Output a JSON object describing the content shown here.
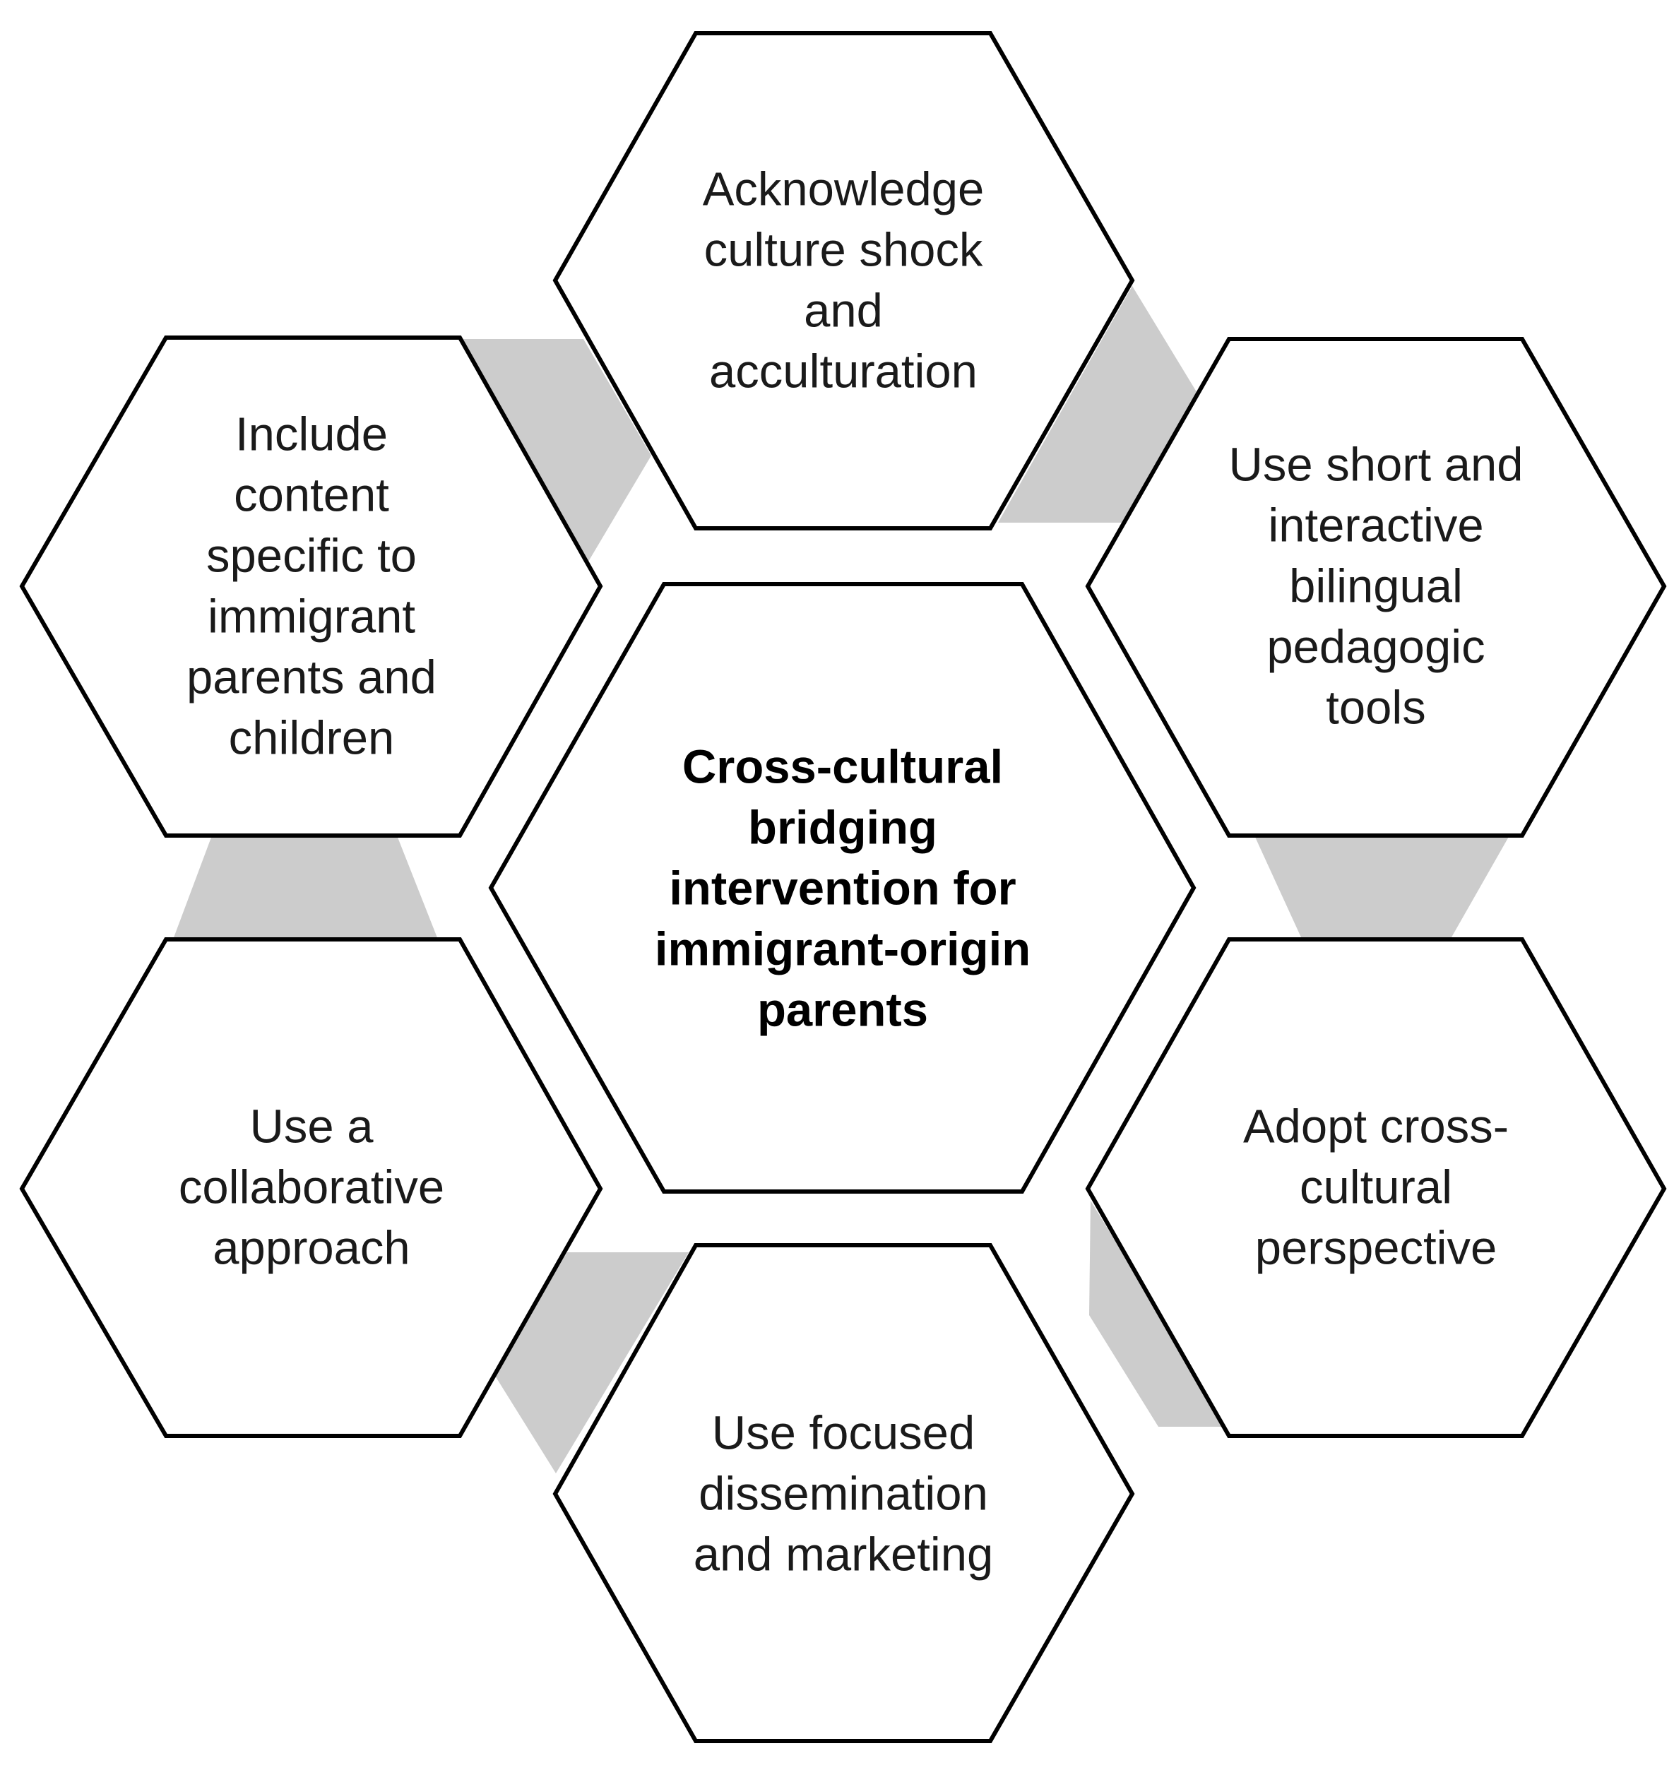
{
  "center": {
    "lines": [
      "Cross-cultural",
      "bridging",
      "intervention for",
      "immigrant-origin",
      "parents"
    ]
  },
  "outer_nodes": [
    {
      "id": "top",
      "lines": [
        "Acknowledge",
        "culture shock",
        "and",
        "acculturation"
      ]
    },
    {
      "id": "upper-right",
      "lines": [
        "Use short and",
        "interactive",
        "bilingual",
        "pedagogic",
        "tools"
      ]
    },
    {
      "id": "lower-right",
      "lines": [
        "Adopt cross-",
        "cultural",
        "perspective"
      ]
    },
    {
      "id": "bottom",
      "lines": [
        "Use focused",
        "dissemination",
        "and marketing"
      ]
    },
    {
      "id": "lower-left",
      "lines": [
        "Use a",
        "collaborative",
        "approach"
      ]
    },
    {
      "id": "upper-left",
      "lines": [
        "Include",
        "content",
        "specific to",
        "immigrant",
        "parents and",
        "children"
      ]
    }
  ],
  "colors": {
    "hex_fill": "#ffffff",
    "hex_stroke": "#000000",
    "connector": "#cccccc",
    "text": "#1a1a1a"
  }
}
